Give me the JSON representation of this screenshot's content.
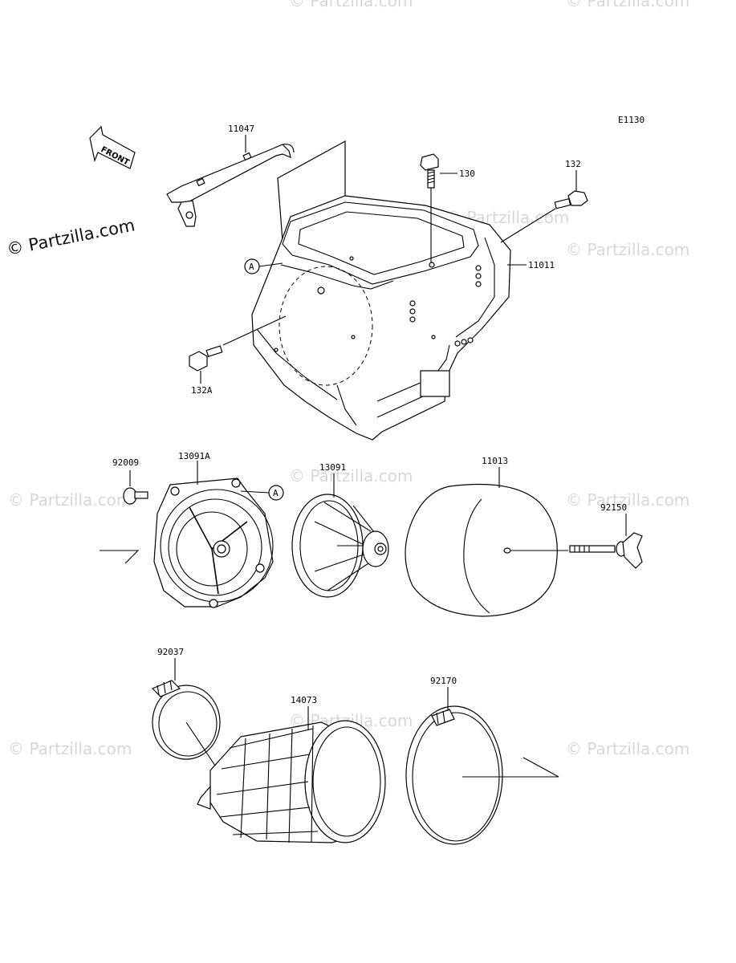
{
  "diagram_code": "E1130",
  "front_arrow_label": "FRONT",
  "watermarks": {
    "main": "© Partzilla.com",
    "faint": "© Partzilla.com"
  },
  "callout_marker": "A",
  "parts": {
    "p11047": "11047",
    "p130": "130",
    "p132": "132",
    "p11011": "11011",
    "p132A": "132A",
    "p92009": "92009",
    "p13091A": "13091A",
    "p13091": "13091",
    "p11013": "11013",
    "p92150": "92150",
    "p92037": "92037",
    "p14073": "14073",
    "p92170": "92170"
  }
}
